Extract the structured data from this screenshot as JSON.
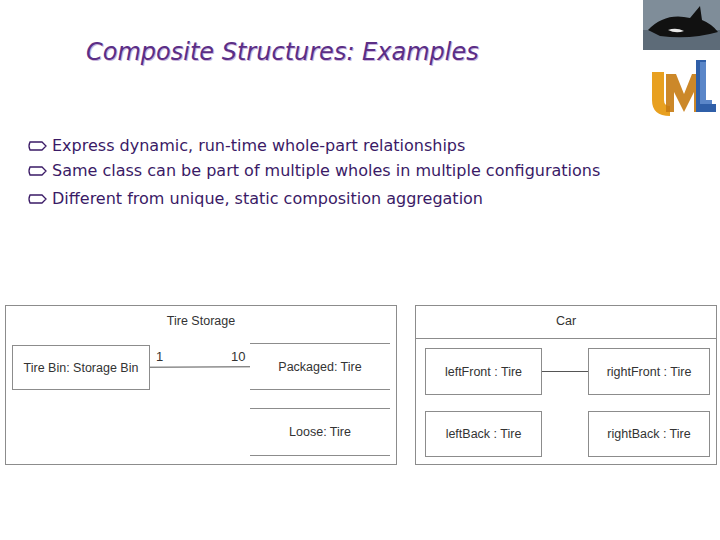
{
  "diagram": {
    "title": "Composite Structures: Examples",
    "nodes": [
      {
        "text": [
          "Tire Storage"
        ]
      },
      {
        "text": [
          "Tire Bin: Storage Bin"
        ],
        "in": 0
      },
      {
        "text": [
          "Packaged: Tire"
        ],
        "in": 0
      },
      {
        "text": [
          "Loose: Tire"
        ],
        "in": 0
      },
      {
        "text": [
          "Car"
        ]
      },
      {
        "text": [
          "leftFront : Tire"
        ],
        "in": 4
      },
      {
        "text": [
          "rightFront : Tire"
        ],
        "in": 4
      },
      {
        "text": [
          "leftBack : Tire"
        ],
        "in": 4
      },
      {
        "text": [
          "rightBack : Tire"
        ],
        "in": 4
      }
    ],
    "edges": [
      {
        "from": 1,
        "to": 2,
        "arrow": "none"
      },
      {
        "from": 5,
        "to": 6,
        "arrow": "none"
      }
    ],
    "labels": [
      "Express dynamic, run-time whole-part relationships",
      "Same class can be part of multiple wholes in multiple configurations",
      "Different from unique, static composition aggregation",
      "1",
      "10"
    ]
  }
}
